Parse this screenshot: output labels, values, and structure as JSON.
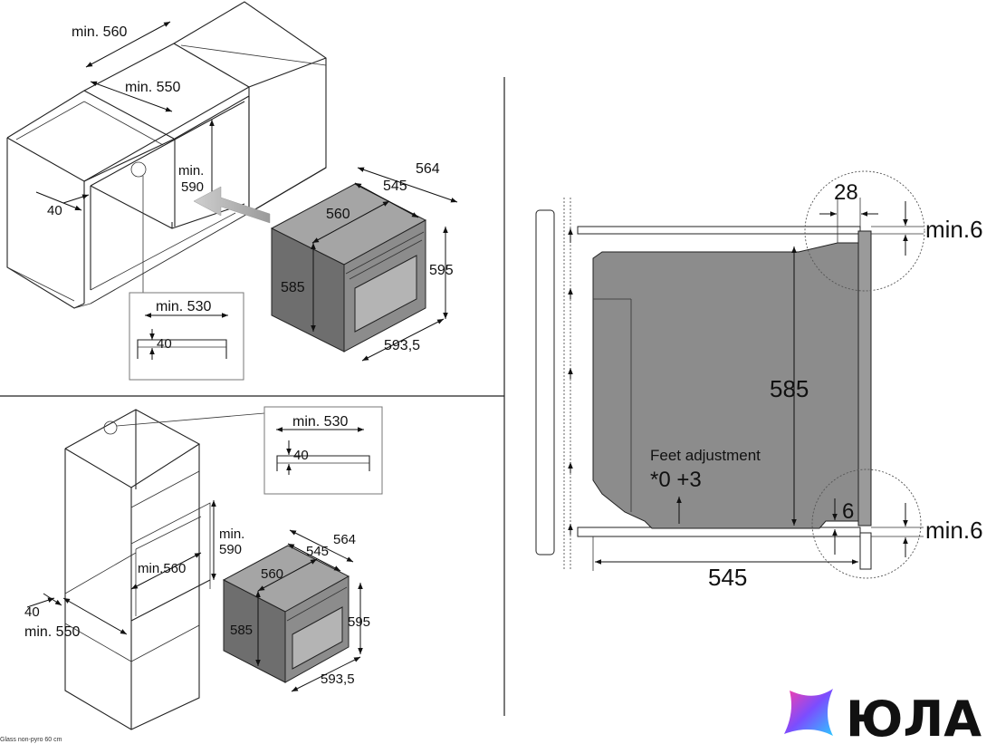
{
  "top_left": {
    "cabinet_width": "min. 560",
    "cabinet_inner": "min. 550",
    "opening_height_a": "min.",
    "opening_height_b": "590",
    "side_gap": "40",
    "vent_width": "min. 530",
    "vent_depth": "40",
    "oven_depth_total": "564",
    "oven_depth_body": "545",
    "oven_width_body": "560",
    "oven_height_body": "585",
    "oven_height_front": "595",
    "oven_width_front": "593,5"
  },
  "bottom_left": {
    "vent_width": "min. 530",
    "vent_depth": "40",
    "opening_height_a": "min.",
    "opening_height_b": "590",
    "inner_width": "min.560",
    "side_gap": "40",
    "cabinet_depth": "min. 550",
    "oven_depth_total": "564",
    "oven_depth_body": "545",
    "oven_width_body": "560",
    "oven_height_body": "585",
    "oven_height_front": "595",
    "oven_width_front": "593,5",
    "footer_note": "Glass non-pyro 60 cm"
  },
  "side_view": {
    "top_offset": "28",
    "top_gap": "min.6",
    "height": "585",
    "feet_title": "Feet adjustment",
    "feet_value": "*0 +3",
    "bottom_offset": "6",
    "bottom_gap": "min.6",
    "depth": "545"
  },
  "logo": {
    "text": "ЮЛА",
    "gradient": [
      "#ff3ea5",
      "#7b4dff",
      "#2ec7ff"
    ]
  }
}
